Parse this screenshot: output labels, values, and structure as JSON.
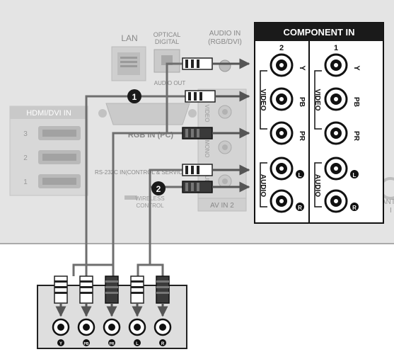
{
  "panel": {
    "lan_label": "LAN",
    "optical_label_line1": "OPTICAL",
    "optical_label_line2": "DIGITAL",
    "audio_out_label": "AUDIO OUT",
    "audio_in_line1": "AUDIO IN",
    "audio_in_line2": "(RGB/DVI)",
    "hdmi_label": "HDMI/DVI IN",
    "hdmi_ports": [
      "3",
      "2",
      "1"
    ],
    "rgb_label": "RGB IN (PC)",
    "rs232_label": "RS-232C IN(CONTROL & SERVICE)",
    "wireless_line1": "WIRELESS",
    "wireless_line2": "CONTROL",
    "av_in_label": "AV IN 2",
    "av_vertical_1": "VIDEO",
    "av_vertical_2": "MONO",
    "av_vertical_3": "AUDIO",
    "ant_label": "ANT",
    "ant_partial": "I"
  },
  "component": {
    "title": "COMPONENT IN",
    "col1_number": "2",
    "col2_number": "1",
    "video_label": "VIDEO",
    "audio_label": "AUDIO",
    "port_labels": [
      "Y",
      "PB",
      "PR",
      "L",
      "R"
    ]
  },
  "callouts": {
    "step1": "1",
    "step2": "2"
  },
  "device": {
    "jack_labels": [
      "Y",
      "PB",
      "PR",
      "L",
      "R"
    ]
  },
  "colors": {
    "panel_bg": "#e4e4e4",
    "component_bg": "#ffffff",
    "component_header": "#1a1a1a",
    "cable": "#6e6e6e",
    "device_bg": "#dedede"
  }
}
